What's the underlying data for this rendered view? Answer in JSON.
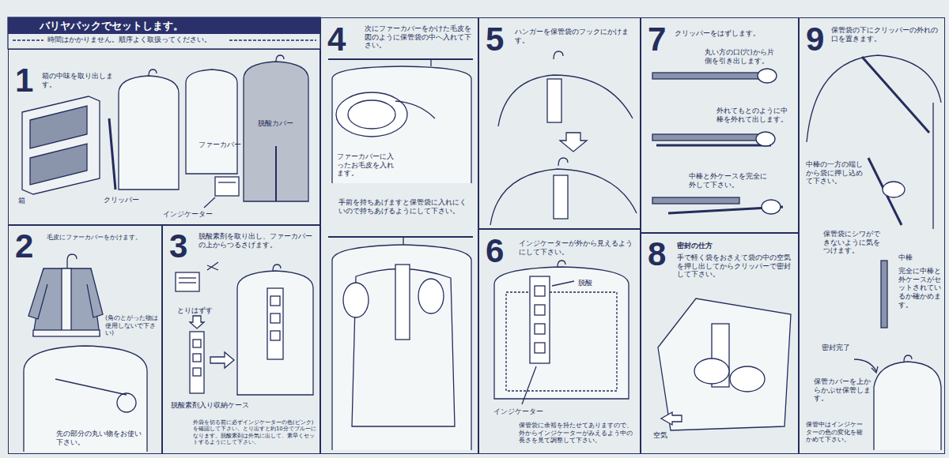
{
  "diagram": {
    "title": "バリヤパックでセットします。",
    "nodes": [
      {
        "text": [
          "1",
          "箱の中味を取り出します。",
          "ファーカバー",
          "脱酸カバー",
          "クリッパー",
          "インジケーター",
          "箱"
        ]
      },
      {
        "text": [
          "2",
          "毛皮にファーカバーをかけます。",
          "(角のとがった物は使用しないで下さい)",
          "先の部分の丸い物をお使い下さい。"
        ]
      },
      {
        "text": [
          "3",
          "脱酸素剤を取り出し、ファーカバーの上からつるさげます。",
          "とりはずす",
          "脱酸素剤入り収納ケース",
          "外袋を切る前に必ずインジケーターの色(ピンク)を確認して下さい。とり出すと約10分でブルーになります。脱酸素剤は外気に出して、素早くセットするようにして下さい。"
        ]
      },
      {
        "text": [
          "4",
          "次にファーカバーをかけた毛皮を図のように保管袋の中へ入れて下さい。",
          "ファーカバーに入ったお毛皮を入れます。",
          "手前を持ちあげますと保管袋に入れにくいので持ちあげるようにして下さい。"
        ]
      },
      {
        "text": [
          "5",
          "ハンガーを保管袋のフックにかけます。"
        ]
      },
      {
        "text": [
          "6",
          "インジケーターが外から見えるようにして下さい。",
          "脱酸",
          "インジケーター",
          "保管袋に余裕を持たせてありますので、外からインジケーターがみえるよう中の長さを見て調整して下さい。"
        ]
      },
      {
        "text": [
          "7",
          "クリッパーをはずします。",
          "丸い方の口(穴)から片側を引き出します。",
          "外れてもとのように中棒を外れて出します。",
          "中棒と外ケースを完全に外して下さい。"
        ]
      },
      {
        "text": [
          "8",
          "密封の仕方",
          "手で軽く袋をおさえて袋の中の空気を押し出してからクリッパーで密封して下さい。",
          "空気"
        ]
      },
      {
        "text": [
          "9",
          "保管袋の下にクリッパーの外れの口を置きます。",
          "中棒の一方の端しから袋に押し込めて下さい。",
          "保管袋にシワができないように気をつけます。",
          "中棒",
          "完全に中棒と外ケースがセットされているか確かめます。",
          "密封完了",
          "保管カバーを上からかぶせ保管します。",
          "保管中はインジケーターの色の変化を確かめて下さい。"
        ]
      }
    ],
    "labels": [
      "時間はかかりません。順序よく取扱ってください。"
    ]
  }
}
